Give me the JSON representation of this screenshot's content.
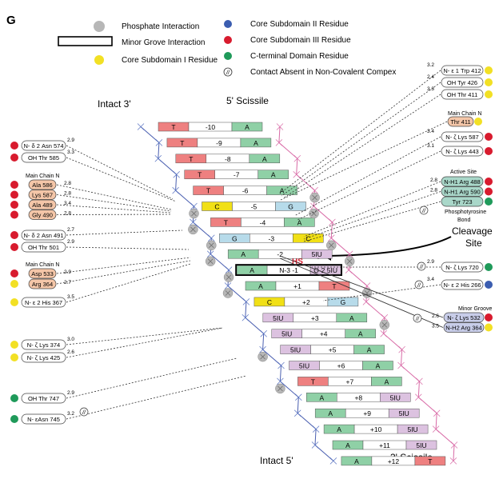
{
  "panel_label": "G",
  "legend": {
    "phosphate": "Phosphate Interaction",
    "minor_groove": "Minor Grove Interaction",
    "sub1": "Core Subdomain I Residue",
    "sub2": "Core Subdomain II Residue",
    "sub3": "Core Subdomain III Residue",
    "cterm": "C-terminal Domain Residue",
    "absent": "Contact Absent in Non-Covalent Compex",
    "absent_glyph": "//"
  },
  "colors": {
    "subdomain1": "#f2e024",
    "subdomain2": "#3b5db0",
    "subdomain3": "#d81b2e",
    "cterm": "#1f9a5a",
    "phosphate": "#b7b7b7",
    "base_T": "#ee8080",
    "base_A": "#8fd0a6",
    "base_G": "#b7dbea",
    "base_C": "#f1e016",
    "base_5IU": "#dcc2e0",
    "residue_fill": "#f4c6a8"
  },
  "labels": {
    "top_left": "Intact  3'",
    "top_mid": "5'  Scissile",
    "bottom_left": "Intact  5'",
    "bottom_right": "3'  Scissile",
    "cleavage": "Cleavage",
    "site": "Site",
    "hs": "HS",
    "o_glyph": "O"
  },
  "left_groups": [
    {
      "title": "Main Chain N",
      "residues": [
        "Ala 586",
        "Lys 587",
        "Ala 489",
        "Gly 490"
      ]
    },
    {
      "title": "Main Chain N",
      "residues": [
        "Asp 533",
        "Arg 364"
      ]
    }
  ],
  "right_groups": [
    {
      "title": "Main Chain N",
      "residues": [
        "Thr 411"
      ]
    },
    {
      "title": "Active Site",
      "residues": [
        "N-H1 Arg 488",
        "N-H1 Arg 590",
        "Tyr 723"
      ]
    },
    {
      "title": "Phosphotyrosine Bond",
      "residues": []
    },
    {
      "title": "Minor Groove",
      "residues": [
        "N- ζ Lys 532",
        "N-H2 Arg 364"
      ]
    }
  ],
  "left_singles": [
    {
      "text": "N- δ 2 Asn 574",
      "dist": "2.9"
    },
    {
      "text": "OH Thr 585",
      "dist": "3.3"
    },
    {
      "text": "N- δ 2 Asn 491",
      "dist": "2.7"
    },
    {
      "text": "OH Thr 501",
      "dist": "2.9"
    },
    {
      "text": "N- ε 2 His 367",
      "dist": "3.5"
    },
    {
      "text": "N- ζ Lys 374",
      "dist": "3.0"
    },
    {
      "text": "N- ζ Lys 425",
      "dist": "2.6"
    },
    {
      "text": "OH Thr 747",
      "dist": "2.9"
    },
    {
      "text": "N- εAsn 745",
      "dist": "3.2"
    }
  ],
  "left_group_dists": [
    "2.8",
    "2.8",
    "3.4",
    "2.8",
    "2.9",
    "2.7"
  ],
  "right_singles": [
    {
      "text": "N- ε 1  Trp 412",
      "dist": "3.2"
    },
    {
      "text": "OH  Tyr 426",
      "dist": "2.4"
    },
    {
      "text": "OH  Thr 411",
      "dist": "3.3"
    },
    {
      "text": "N- ζ Lys 587",
      "dist": "3.4"
    },
    {
      "text": "N- ζ Lys 443",
      "dist": "3.1"
    },
    {
      "text": "N- ζ Lys 720",
      "dist": "2.9"
    },
    {
      "text": "N- ε 2 His 266",
      "dist": "3.4"
    }
  ],
  "right_group_dists": [
    "2.8",
    "2.8",
    "2.6",
    "2.6",
    "3.5"
  ],
  "rows": [
    {
      "l": "T",
      "n": "-10",
      "r": "A"
    },
    {
      "l": "T",
      "n": "-9",
      "r": "A"
    },
    {
      "l": "T",
      "n": "-8",
      "r": "A"
    },
    {
      "l": "T",
      "n": "-7",
      "r": "A"
    },
    {
      "l": "T",
      "n": "-6",
      "r": "A"
    },
    {
      "l": "C",
      "n": "-5",
      "r": "G"
    },
    {
      "l": "T",
      "n": "-4",
      "r": "A"
    },
    {
      "l": "G",
      "n": "-3",
      "r": "C"
    },
    {
      "l": "A",
      "n": "-2",
      "r": "5IU"
    },
    {
      "l": "A",
      "n": "N-3  -1",
      "r": "O-2 5IU"
    },
    {
      "l": "A",
      "n": "+1",
      "r": "T"
    },
    {
      "l": "C",
      "n": "+2",
      "r": "G"
    },
    {
      "l": "5IU",
      "n": "+3",
      "r": "A"
    },
    {
      "l": "5IU",
      "n": "+4",
      "r": "A"
    },
    {
      "l": "5IU",
      "n": "+5",
      "r": "A"
    },
    {
      "l": "5IU",
      "n": "+6",
      "r": "A"
    },
    {
      "l": "T",
      "n": "+7",
      "r": "A"
    },
    {
      "l": "A",
      "n": "+8",
      "r": "5IU"
    },
    {
      "l": "A",
      "n": "+9",
      "r": "5IU"
    },
    {
      "l": "A",
      "n": "+10",
      "r": "5IU"
    },
    {
      "l": "A",
      "n": "+11",
      "r": "5IU"
    },
    {
      "l": "A",
      "n": "+12",
      "r": "T"
    }
  ]
}
